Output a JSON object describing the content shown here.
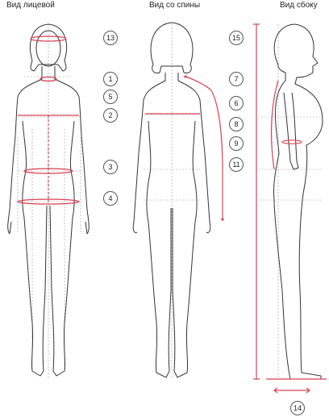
{
  "views": {
    "front": {
      "title": "Вид лицевой"
    },
    "back": {
      "title": "Вид со спины"
    },
    "side": {
      "title": "Вид сбоку"
    }
  },
  "markers": {
    "m13": "13",
    "m1": "1",
    "m5": "5",
    "m2": "2",
    "m3": "3",
    "m4": "4",
    "m15": "15",
    "m7": "7",
    "m6": "6",
    "m8": "8",
    "m9": "9",
    "m11": "11",
    "m14": "14"
  },
  "colors": {
    "measurement": "#d9404f",
    "outline": "#333333",
    "guide": "#999999"
  }
}
